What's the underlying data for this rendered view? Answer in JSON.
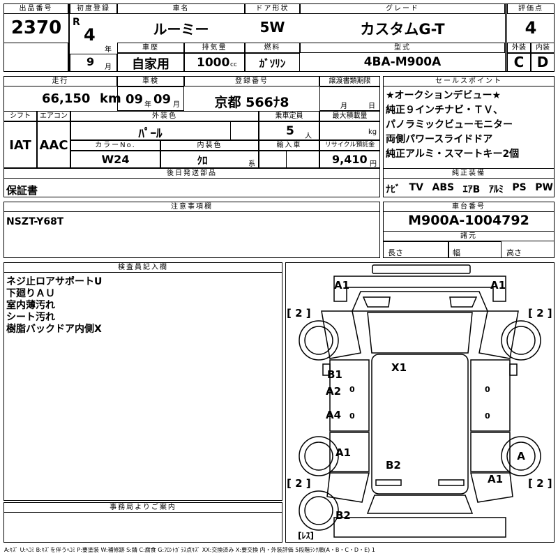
{
  "header": {
    "lot_number": {
      "label": "出品番号",
      "value": "2370"
    },
    "first_registration": {
      "label": "初度登録",
      "era": "R",
      "year": "4",
      "year_unit": "年",
      "month": "9",
      "month_unit": "月"
    },
    "model_name": {
      "label": "車名",
      "value": "ルーミー"
    },
    "door_type": {
      "label": "ドア形状",
      "value": "5W"
    },
    "grade": {
      "label": "グレード",
      "value": "カスタムG-T"
    },
    "score": {
      "label": "評価点",
      "value": "4"
    },
    "history": {
      "label": "車歴",
      "value": "自家用"
    },
    "displacement": {
      "label": "排気量",
      "value": "1000",
      "unit": "cc"
    },
    "fuel": {
      "label": "燃料",
      "value": "ｶﾞｿﾘﾝ"
    },
    "model_code": {
      "label": "型式",
      "value": "4BA-M900A"
    },
    "exterior_grade": {
      "label": "外装",
      "value": "C"
    },
    "interior_grade": {
      "label": "内装",
      "value": "D"
    }
  },
  "row2": {
    "mileage": {
      "label": "走行",
      "value": "66,150",
      "unit": "km"
    },
    "inspection": {
      "label": "車検",
      "year": "09",
      "year_unit": "年",
      "month": "09",
      "month_unit": "月"
    },
    "plate": {
      "label": "登録番号",
      "value": "京都 566ﾅ8"
    },
    "transfer_deadline": {
      "label": "譲渡書類期限",
      "month_unit": "月",
      "day_unit": "日"
    },
    "shift": {
      "label": "シフト",
      "value": "IAT"
    },
    "aircon": {
      "label": "エアコン",
      "value": "AAC"
    },
    "exterior_color": {
      "label": "外装色",
      "value": "ﾊﾟｰﾙ"
    },
    "capacity": {
      "label": "乗車定員",
      "value": "5",
      "unit": "人"
    },
    "max_load": {
      "label": "最大積載量",
      "unit": "kg"
    },
    "color_no": {
      "label": "カラーNo.",
      "value": "W24"
    },
    "interior_color": {
      "label": "内装色",
      "value": "ｸﾛ",
      "unit": "系"
    },
    "import": {
      "label": "輸入車"
    },
    "recycle": {
      "label": "リサイクル預託金",
      "value": "9,410",
      "unit": "円"
    },
    "deferred_parts": {
      "label": "後日発送部品",
      "value": "保証書"
    }
  },
  "sales_points": {
    "label": "セールスポイント",
    "lines": [
      "★オークションデビュー★",
      "純正９インチナビ・ＴＶ、",
      "パノラミックビューモニター",
      "両側パワースライドドア",
      "純正アルミ・スマートキー2個"
    ]
  },
  "equipment": {
    "label": "純正装備",
    "items": [
      "ﾅﾋﾞ",
      "TV",
      "ABS",
      "ｴｱB",
      "ｱﾙﾐ",
      "PS",
      "PW"
    ]
  },
  "notes": {
    "label": "注意事項欄",
    "value": "NSZT-Y68T"
  },
  "chassis": {
    "label": "車台番号",
    "value": "M900A-1004792"
  },
  "dimensions": {
    "label": "諸元",
    "length": "長さ",
    "width": "幅",
    "height": "高さ"
  },
  "inspector": {
    "label": "検査員記入欄",
    "lines": [
      "ネジ止ロアサポートU",
      "下廻りＡＵ",
      "室内薄汚れ",
      "シート汚れ",
      "樹脂バックドア内側X"
    ]
  },
  "office": {
    "label": "事務局よりご案内"
  },
  "diagram": {
    "marks": {
      "a1_front_left": "A1",
      "a1_front_right": "A1",
      "two_top_left": "[ 2 ]",
      "two_top_right": "[ 2 ]",
      "b1": "B1",
      "a2": "A2",
      "x1": "X1",
      "a4": "A4",
      "a1_rear_left": "A1",
      "b2_rear": "B2",
      "a_right": "A",
      "a1_rear_right": "A1",
      "two_bot_left": "[ 2 ]",
      "two_bot_right": "[ 2 ]",
      "b2_bumper": "B2",
      "spare": "[ﾚｽ]",
      "zero_left_1": "0",
      "zero_left_2": "0",
      "zero_right_1": "0",
      "zero_right_2": "0"
    }
  },
  "legend": "A:ｷｽﾞ U:ﾍｺﾐ B:ｷｽﾞを伴うﾍｺﾐ P:要塗装 W:補修跡 S:錆 C:腐食 G:ﾌﾛﾝﾄｶﾞﾗｽ点ｷｽﾞ XX:交換済み X:要交換 内・外装評価 5段階ﾗﾝｸ順(A・B・C・D・E) 1"
}
